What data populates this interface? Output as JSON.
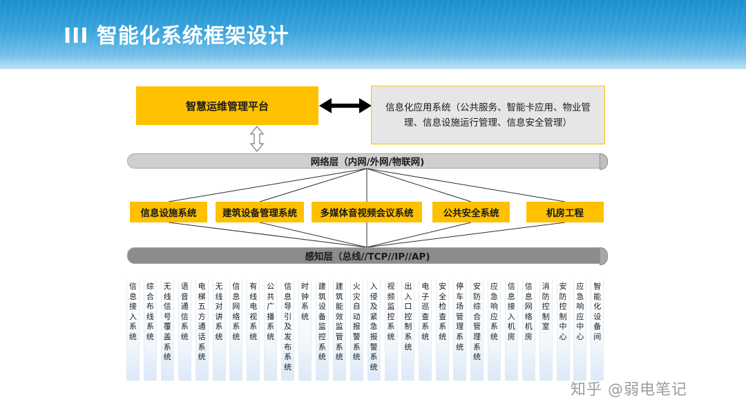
{
  "title": "III  智能化系统框架设计",
  "platform": "智慧运维管理平台",
  "info_app": "信息化应用系统（公共服务、智能卡应用、物业管理、信息设施运行管理、信息安全管理）",
  "network_layer": "网络层（内网/外网/物联网)",
  "sensing_layer": "感知层（总线//TCP//IP//AP)",
  "systems": [
    "信息设施系统",
    "建筑设备管理系统",
    "多媒体音视频会议系统",
    "公共安全系统",
    "机房工程"
  ],
  "subsystems": [
    "信息接入系统",
    "综合布线系统",
    "无线信号覆盖系统",
    "语音通信系统",
    "电梯五方通话系统",
    "无线对讲系统",
    "信息网络系统",
    "有线电视系统",
    "公共广播系统",
    "信息导引及发布系统",
    "时钟系统",
    "建筑设备监控系统",
    "建筑能效监管系统",
    "火灾自动报警系统",
    "入侵及紧急报警系统",
    "视频监控系统",
    "出入口控制系统",
    "电子巡查系统",
    "安全检查系统",
    "停车场管理系统",
    "安防综合管理系统",
    "应急响应系统",
    "信息接入机房",
    "信息网络机房",
    "消防控制室",
    "安防控制中心",
    "应急响应中心",
    "智能化设备间"
  ],
  "watermark": "知乎 @弱电笔记",
  "colors": {
    "accent": "#ffc000",
    "header": "#2a9ad6",
    "panel": "#e6e6e6"
  }
}
